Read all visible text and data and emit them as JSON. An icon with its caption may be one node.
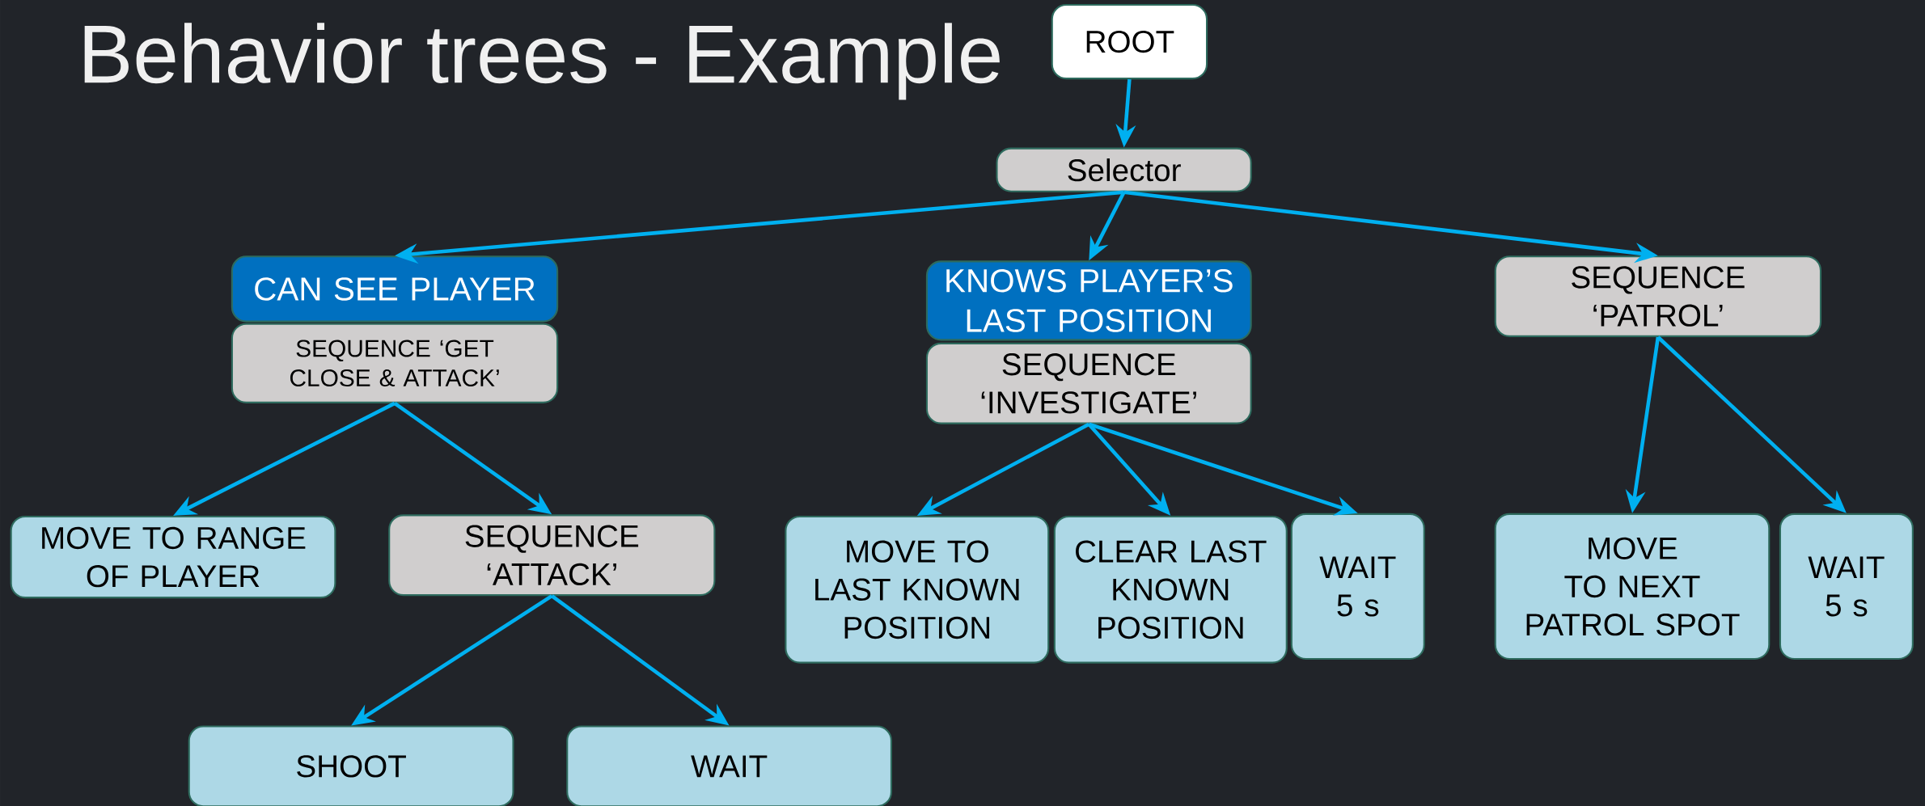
{
  "diagram": {
    "title": "Behavior trees - Example",
    "nodes": [
      {
        "text": [
          "ROOT"
        ]
      },
      {
        "text": [
          "Selector"
        ]
      },
      {
        "text": [
          "CAN SEE PLAYER"
        ]
      },
      {
        "text": [
          "SEQUENCE ‘GET CLOSE & ATTACK’"
        ]
      },
      {
        "text": [
          "KNOWS PLAYER’S LAST POSITION"
        ]
      },
      {
        "text": [
          "SEQUENCE ‘INVESTIGATE’"
        ]
      },
      {
        "text": [
          "SEQUENCE ‘PATROL’"
        ]
      },
      {
        "text": [
          "MOVE TO RANGE OF PLAYER"
        ]
      },
      {
        "text": [
          "SEQUENCE ‘ATTACK’"
        ]
      },
      {
        "text": [
          "SHOOT"
        ]
      },
      {
        "text": [
          "WAIT"
        ]
      },
      {
        "text": [
          "MOVE TO LAST KNOWN POSITION"
        ]
      },
      {
        "text": [
          "CLEAR LAST KNOWN POSITION"
        ]
      },
      {
        "text": [
          "WAIT 5 s"
        ]
      },
      {
        "text": [
          "MOVE TO NEXT PATROL SPOT"
        ]
      },
      {
        "text": [
          "WAIT 5 s"
        ]
      }
    ],
    "edges": [
      {
        "from": 0,
        "to": 1,
        "arrow": "to"
      },
      {
        "from": 1,
        "to": 2,
        "arrow": "to"
      },
      {
        "from": 1,
        "to": 4,
        "arrow": "to"
      },
      {
        "from": 1,
        "to": 6,
        "arrow": "to"
      },
      {
        "from": 3,
        "to": 7,
        "arrow": "to"
      },
      {
        "from": 3,
        "to": 8,
        "arrow": "to"
      },
      {
        "from": 8,
        "to": 9,
        "arrow": "to"
      },
      {
        "from": 8,
        "to": 10,
        "arrow": "to"
      },
      {
        "from": 5,
        "to": 11,
        "arrow": "to"
      },
      {
        "from": 5,
        "to": 12,
        "arrow": "to"
      },
      {
        "from": 5,
        "to": 13,
        "arrow": "to"
      },
      {
        "from": 6,
        "to": 14,
        "arrow": "to"
      },
      {
        "from": 6,
        "to": 15,
        "arrow": "to"
      }
    ]
  }
}
